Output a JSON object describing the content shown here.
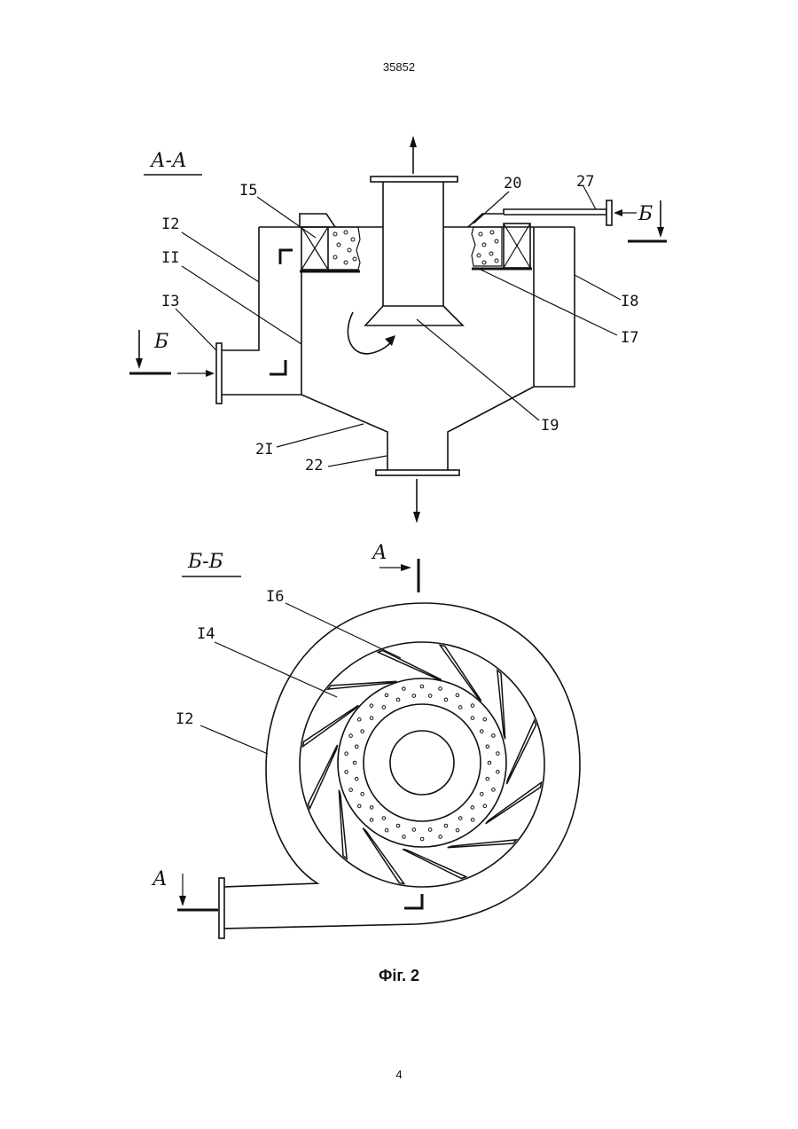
{
  "header": {
    "doc_number": "35852"
  },
  "section_aa": {
    "title": "А-А",
    "labels": {
      "l15": "I5",
      "l20": "20",
      "l27": "27",
      "b_right": "Б",
      "l12": "I2",
      "l11": "II",
      "l13": "I3",
      "b_left": "Б",
      "l18": "I8",
      "l17": "I7",
      "l19": "I9",
      "l21": "2I",
      "l22": "22"
    }
  },
  "section_bb": {
    "title": "Б-Б",
    "labels": {
      "a_top": "А",
      "l16": "I6",
      "l14": "I4",
      "l12": "I2",
      "a_left": "А"
    }
  },
  "footer": {
    "caption": "Фіг. 2",
    "page_number": "4"
  }
}
